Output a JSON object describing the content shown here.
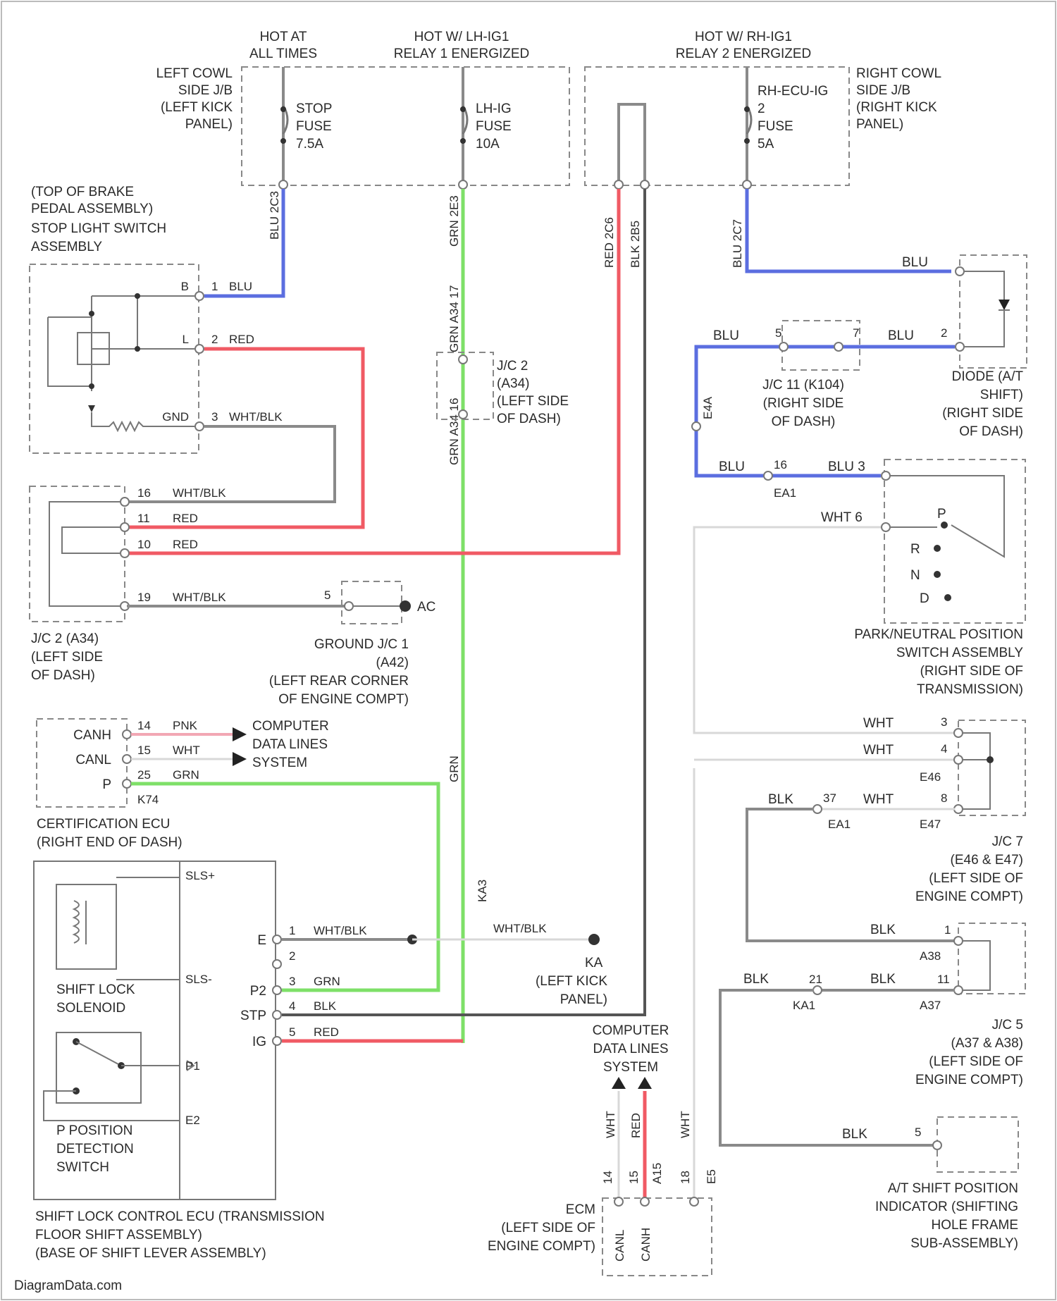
{
  "headers": {
    "hot_at_all_times": [
      "HOT AT",
      "ALL TIMES"
    ],
    "hot_lh_ig1": [
      "HOT W/ LH-IG1",
      "RELAY 1 ENERGIZED"
    ],
    "hot_rh_ig1": [
      "HOT W/ RH-IG1",
      "RELAY 2 ENERGIZED"
    ]
  },
  "junction_blocks": {
    "left": [
      "LEFT COWL",
      "SIDE J/B",
      "(LEFT KICK",
      "PANEL)"
    ],
    "right": [
      "RIGHT COWL",
      "SIDE J/B",
      "(RIGHT KICK",
      "PANEL)"
    ]
  },
  "fuses": {
    "stop": [
      "STOP",
      "FUSE",
      "7.5A"
    ],
    "lhig": [
      "LH-IG",
      "FUSE",
      "10A"
    ],
    "rhecu": [
      "RH-ECU-IG",
      "2",
      "FUSE",
      "5A"
    ]
  },
  "wire_labels": {
    "blu_top": "BLU 2C3",
    "grn_top": "GRN 2E3",
    "red_top": "RED 2C6",
    "blk_top": "BLK 2B5",
    "blu_right_top": "BLU 2C7",
    "grn_mid": "GRN A34 17",
    "grn_low": "GRN A34 16",
    "grn_bot": "GRN",
    "ka3": "KA3",
    "e4a": "E4A",
    "blu_right": "BLU",
    "blk_1": "BLK",
    "blk_2": "BLK",
    "blk_3": "BLK",
    "blk_4": "BLK",
    "blk_5": "BLK",
    "wht_1": "WHT",
    "wht_2": "WHT",
    "wht_3": "WHT",
    "blu_5": "BLU",
    "blu_7": "BLU",
    "blu_2": "BLU",
    "blu_16": "BLU",
    "blu_3": "BLU 3",
    "wht_6": "WHT 6",
    "red_ecu": "RED",
    "wht_ecu_l": "WHT",
    "wht_ecu_r": "WHT"
  },
  "stop_light_switch": [
    "(TOP OF BRAKE",
    "PEDAL ASSEMBLY)",
    "STOP LIGHT SWITCH",
    "ASSEMBLY"
  ],
  "stop_pins": [
    {
      "n": "B",
      "pin": "1",
      "wire": "BLU"
    },
    {
      "n": "L",
      "pin": "2",
      "wire": "RED"
    },
    {
      "n": "GND",
      "pin": "3",
      "wire": "WHT/BLK"
    }
  ],
  "jc2_pins": [
    {
      "pin": "16",
      "wire": "WHT/BLK"
    },
    {
      "pin": "11",
      "wire": "RED"
    },
    {
      "pin": "10",
      "wire": "RED"
    },
    {
      "pin": "19",
      "wire": "WHT/BLK"
    }
  ],
  "jc2_label": [
    "J/C 2 (A34)",
    "(LEFT SIDE",
    "OF DASH)"
  ],
  "jc2_mid_label": [
    "J/C 2",
    "(A34)",
    "(LEFT SIDE",
    "OF DASH)"
  ],
  "ground_jc1": [
    "GROUND J/C 1",
    "(A42)",
    "(LEFT REAR CORNER",
    "OF ENGINE COMPT)"
  ],
  "ground_ac": "AC",
  "ground_pin": "5",
  "certification_ecu": {
    "pins": [
      {
        "name": "CANH",
        "pin": "14",
        "wire": "PNK"
      },
      {
        "name": "CANL",
        "pin": "15",
        "wire": "WHT"
      },
      {
        "name": "P",
        "pin": "25",
        "wire": "GRN"
      }
    ],
    "connector": "K74",
    "data_lines": [
      "COMPUTER",
      "DATA LINES",
      "SYSTEM"
    ],
    "label": [
      "CERTIFICATION ECU",
      "(RIGHT END OF DASH)"
    ]
  },
  "shift_lock_ecu": {
    "pins": [
      {
        "name": "E",
        "pin": "1",
        "wire": "WHT/BLK"
      },
      {
        "name": "",
        "pin": "2",
        "wire": ""
      },
      {
        "name": "P2",
        "pin": "3",
        "wire": "GRN"
      },
      {
        "name": "STP",
        "pin": "4",
        "wire": "BLK"
      },
      {
        "name": "IG",
        "pin": "5",
        "wire": "RED"
      }
    ],
    "sls_plus": "SLS+",
    "sls_minus": "SLS-",
    "p1": "P1",
    "e2": "E2",
    "solenoid": [
      "SHIFT LOCK",
      "SOLENOID"
    ],
    "p_switch": [
      "P POSITION",
      "DETECTION",
      "SWITCH"
    ],
    "label": [
      "SHIFT LOCK CONTROL ECU (TRANSMISSION",
      "FLOOR SHIFT ASSEMBLY)",
      "(BASE OF SHIFT LEVER ASSEMBLY)"
    ]
  },
  "ground_ka": {
    "wire": "WHT/BLK",
    "id": "KA",
    "label": [
      "(LEFT KICK",
      "PANEL)"
    ]
  },
  "ecm": {
    "data_lines": [
      "COMPUTER",
      "DATA LINES",
      "SYSTEM"
    ],
    "pins": [
      "CANL",
      "CANH"
    ],
    "label": [
      "ECM",
      "(LEFT SIDE OF",
      "ENGINE COMPT)"
    ],
    "pin_nums": [
      "14",
      "15",
      "18"
    ],
    "conn": "A15",
    "conn2": "E5"
  },
  "diode": [
    "DIODE (A/T",
    "SHIFT)",
    "(RIGHT SIDE",
    "OF DASH)"
  ],
  "jc11": [
    "J/C 11 (K104)",
    "(RIGHT SIDE",
    "OF DASH)"
  ],
  "ea1": "EA1",
  "pnp_switch": {
    "positions": [
      "P",
      "R",
      "N",
      "D"
    ],
    "label": [
      "PARK/NEUTRAL POSITION",
      "SWITCH ASSEMBLY",
      "(RIGHT SIDE OF",
      "TRANSMISSION)"
    ]
  },
  "jc7": {
    "pins": [
      "3",
      "4",
      "8"
    ],
    "conns": [
      "E46",
      "EA1",
      "E47"
    ],
    "pin37": "37",
    "label": [
      "J/C 7",
      "(E46 & E47)",
      "(LEFT SIDE OF",
      "ENGINE COMPT)"
    ]
  },
  "jc5": {
    "pins": [
      "1",
      "11"
    ],
    "conns": [
      "A38",
      "A37",
      "KA1"
    ],
    "pin21": "21",
    "label": [
      "J/C 5",
      "(A37 & A38)",
      "(LEFT SIDE OF",
      "ENGINE COMPT)"
    ]
  },
  "indicator": {
    "pin": "5",
    "label": [
      "A/T SHIFT POSITION",
      "INDICATOR (SHIFTING",
      "HOLE FRAME",
      "SUB-ASSEMBLY)"
    ]
  },
  "footer": "DiagramData.com"
}
